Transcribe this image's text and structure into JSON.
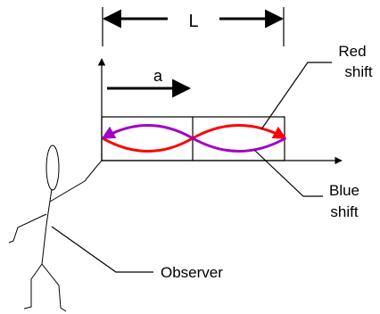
{
  "labels": {
    "length": "L",
    "acceleration": "a",
    "red_shift_line1": "Red",
    "red_shift_line2": "shift",
    "blue_shift_line1": "Blue",
    "blue_shift_line2": "shift",
    "observer": "Observer"
  },
  "colors": {
    "red_wave": "#ff0000",
    "purple_wave": "#a000c8",
    "ink": "#000000",
    "background": "#ffffff"
  }
}
